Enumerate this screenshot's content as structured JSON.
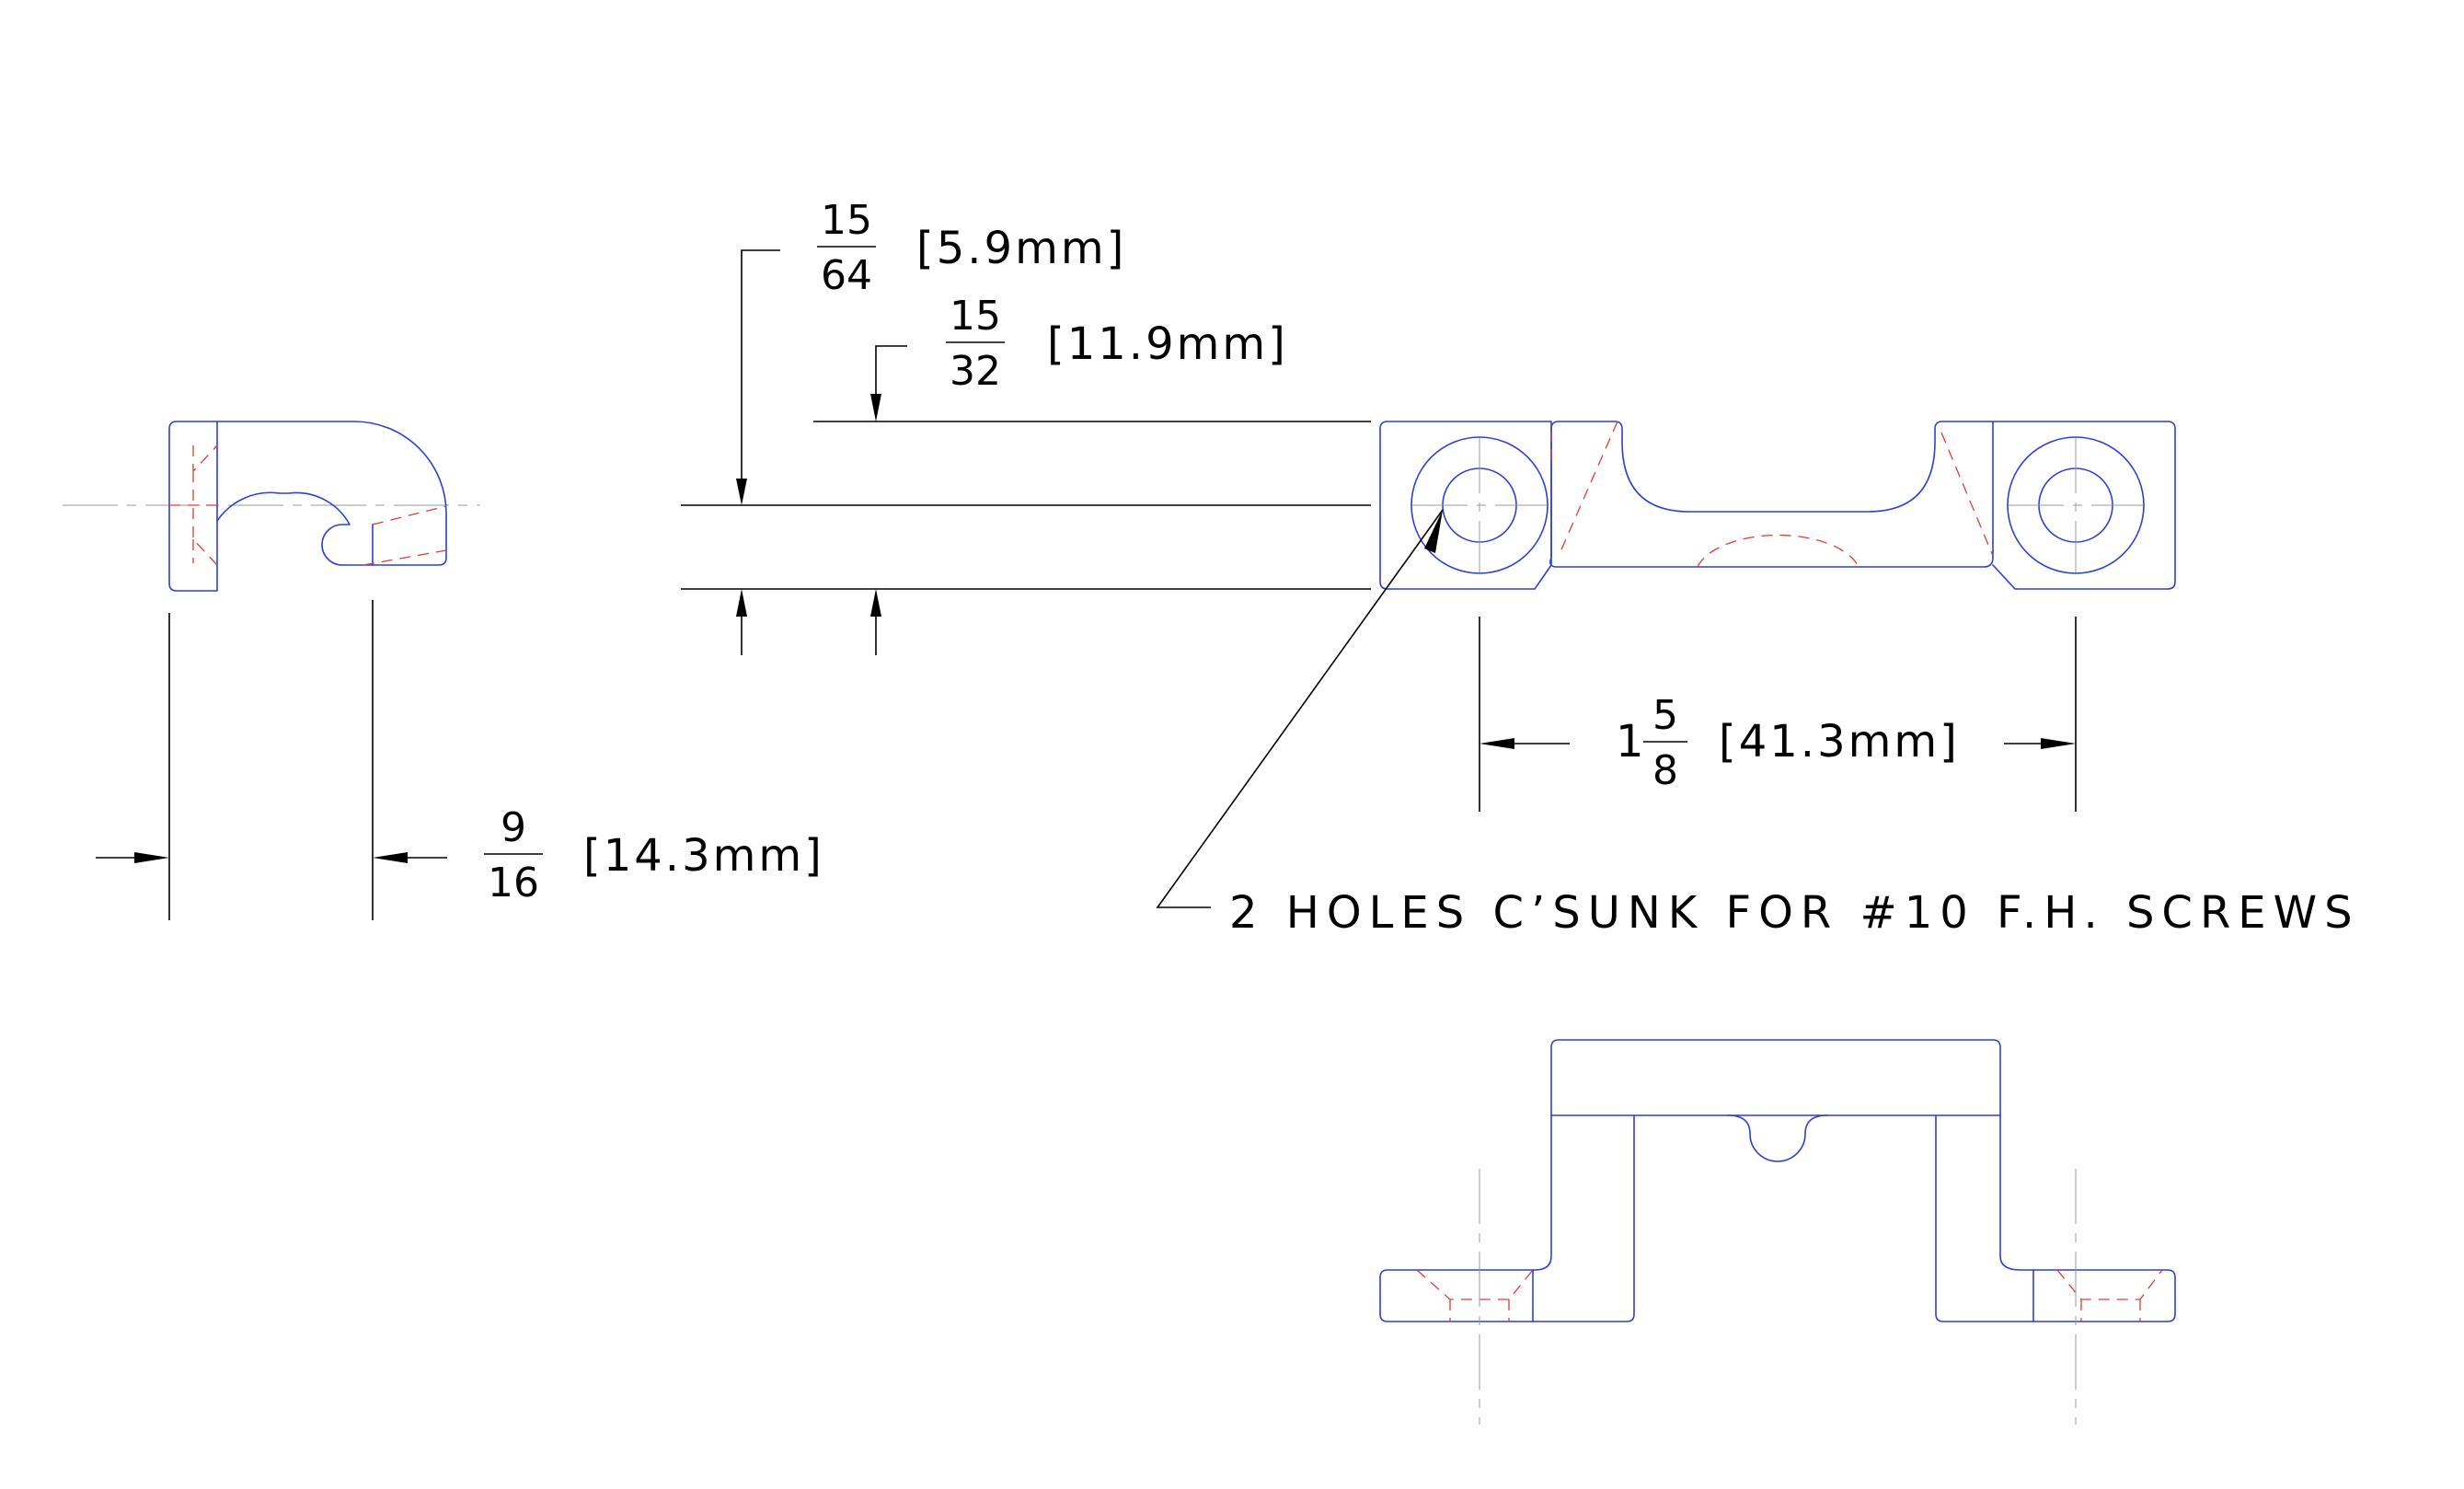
{
  "colors": {
    "object_line": "#2b3fd9",
    "hidden_line": "#e53b2c",
    "center_line": "#9a9a9a",
    "dimension_line": "#000000",
    "background": "#ffffff"
  },
  "dimensions": {
    "d1": {
      "num": "15",
      "den": "64",
      "metric": "[5.9mm]"
    },
    "d2": {
      "num": "15",
      "den": "32",
      "metric": "[11.9mm]"
    },
    "d3": {
      "num": "9",
      "den": "16",
      "metric": "[14.3mm]"
    },
    "d4": {
      "whole": "1",
      "num": "5",
      "den": "8",
      "metric": "[41.3mm]"
    }
  },
  "note": "2 HOLES C’SUNK FOR #10 F.H. SCREWS"
}
